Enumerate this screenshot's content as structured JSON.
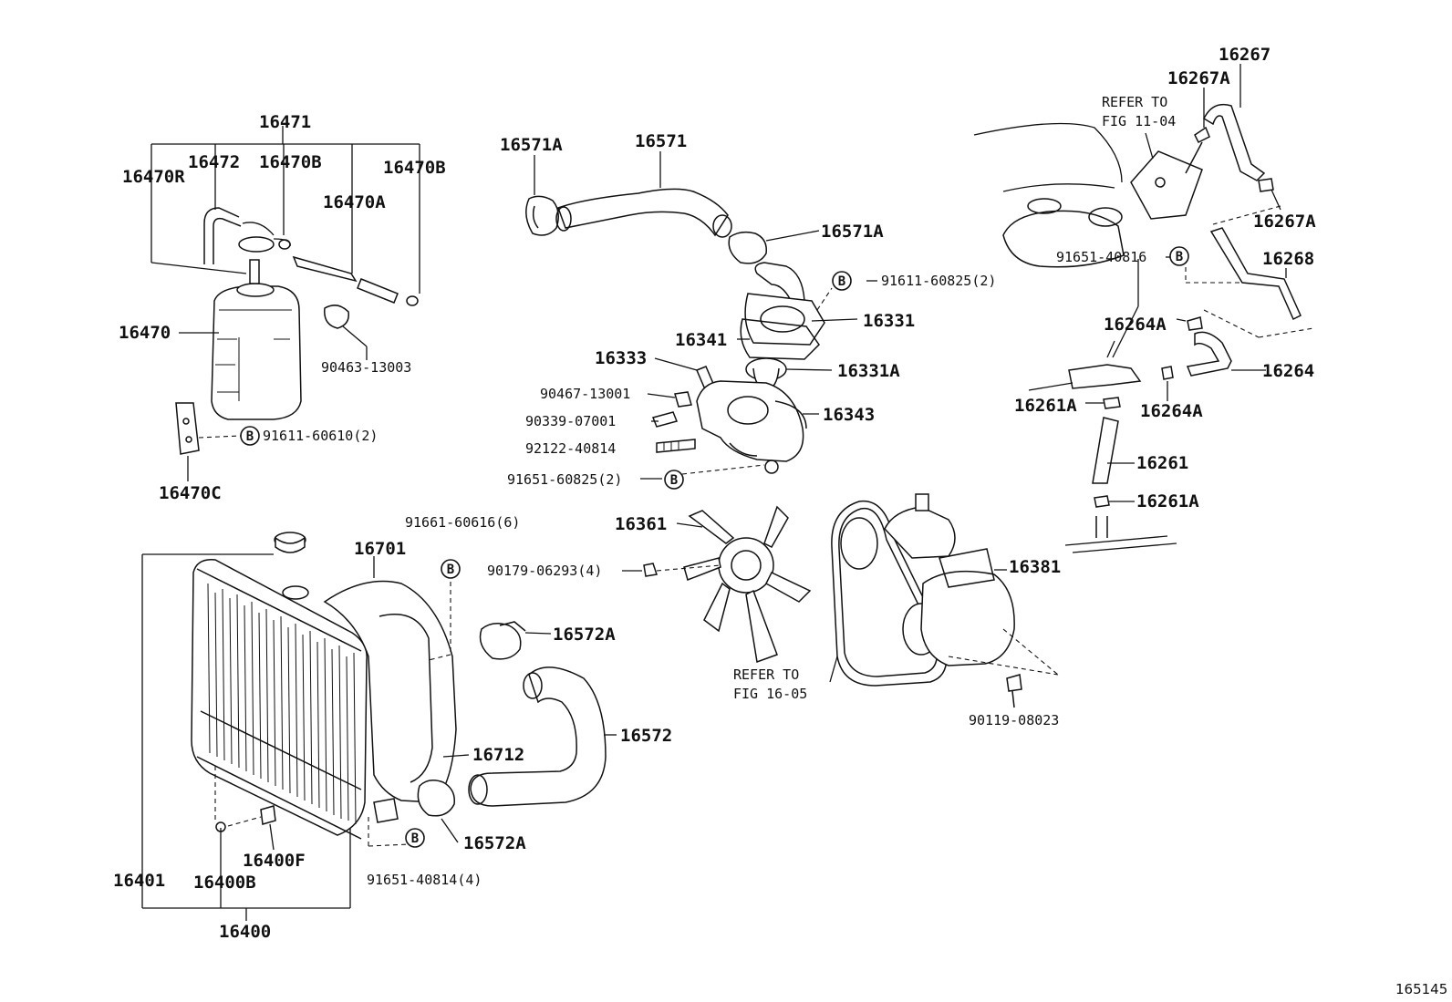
{
  "figure_id": "165145",
  "callouts": {
    "p16471": "16471",
    "p16470R": "16470R",
    "p16472": "16472",
    "p16470B_a": "16470B",
    "p16470A": "16470A",
    "p16470B_b": "16470B",
    "p16470": "16470",
    "p90463_13003": "90463-13003",
    "p91611_60610": "91611-60610(2)",
    "p16470C": "16470C",
    "p16571A_a": "16571A",
    "p16571": "16571",
    "p16571A_b": "16571A",
    "p91611_60825": "91611-60825(2)",
    "p16331": "16331",
    "p16341": "16341",
    "p16333": "16333",
    "p16331A": "16331A",
    "p90467_13001": "90467-13001",
    "p90339_07001": "90339-07001",
    "p92122_40814": "92122-40814",
    "p16343": "16343",
    "p91651_60825": "91651-60825(2)",
    "p16361": "16361",
    "p90179_06293": "90179-06293(4)",
    "p16381": "16381",
    "refer_16_05_a": "REFER TO",
    "refer_16_05_b": "FIG 16-05",
    "p90119_08023": "90119-08023",
    "p16267": "16267",
    "p16267A_a": "16267A",
    "refer_11_04_a": "REFER TO",
    "refer_11_04_b": "FIG 11-04",
    "p16267A_b": "16267A",
    "p91651_40816": "91651-40816",
    "p16268": "16268",
    "p16264A_a": "16264A",
    "p16264": "16264",
    "p16261A_a": "16261A",
    "p16264A_b": "16264A",
    "p16261": "16261",
    "p16261A_b": "16261A",
    "p91661_60616": "91661-60616(6)",
    "p16701": "16701",
    "p16572A_a": "16572A",
    "p16572": "16572",
    "p16712": "16712",
    "p16572A_b": "16572A",
    "p91651_40814": "91651-40814(4)",
    "p16400F": "16400F",
    "p16401": "16401",
    "p16400B": "16400B",
    "p16400": "16400"
  },
  "badge_letter": "B"
}
